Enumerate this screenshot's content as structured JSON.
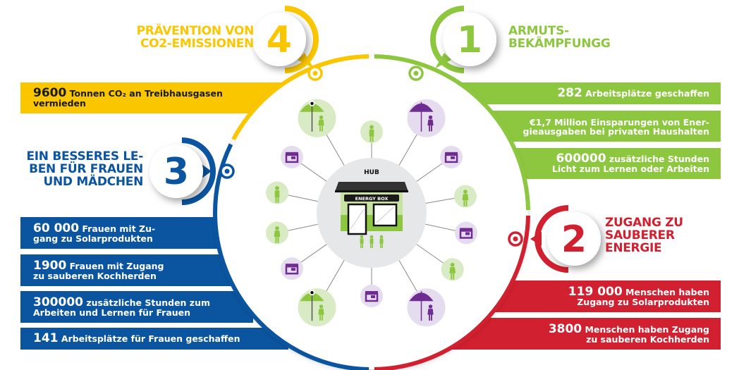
{
  "colors": {
    "yellow": "#f9c600",
    "green": "#8dc63f",
    "blue": "#0b55a0",
    "red": "#d1202f",
    "purple": "#6f2c91",
    "light_green": "#d9ebc4",
    "light_purple": "#e6dcef",
    "hub_gray": "#e6e7e8"
  },
  "goals": [
    {
      "id": 4,
      "number": "4",
      "color": "yellow",
      "heading_lines": [
        "PRÄVENTION VON",
        "CO2-EMISSIONEN"
      ],
      "stats": [
        {
          "value": "9600",
          "lines": [
            " Tonnen CO₂ an Treibhausgasen",
            "vermieden"
          ]
        }
      ]
    },
    {
      "id": 1,
      "number": "1",
      "color": "green",
      "heading_lines": [
        "ARMUTS-",
        "BEKÄMPFUNGG"
      ],
      "stats": [
        {
          "value": "282",
          "lines": [
            " Arbeitsplätze geschaffen"
          ]
        },
        {
          "value": "€1,7 Million",
          "lines": [
            " Einsparungen von Ener-",
            "gieausgaben bei privaten Haushalten"
          ]
        },
        {
          "value": "600000",
          "lines": [
            " zusätzliche Stunden",
            "Licht zum Lernen oder Arbeiten"
          ]
        }
      ]
    },
    {
      "id": 3,
      "number": "3",
      "color": "blue",
      "heading_lines": [
        "EIN BESSERES LE-",
        "BEN FÜR FRAUEN",
        "UND MÄDCHEN"
      ],
      "stats": [
        {
          "value": "60 000",
          "lines": [
            " Frauen mit Zu-",
            "gang zu Solarprodukten"
          ]
        },
        {
          "value": "1900",
          "lines": [
            " Frauen mit Zugang",
            "zu sauberen Kochherden"
          ]
        },
        {
          "value": "300000",
          "lines": [
            " zusätzliche Stunden zum",
            "Arbeiten und Lernen für Frauen"
          ]
        },
        {
          "value": "141",
          "lines": [
            " Arbeitsplätze für Frauen geschaffen"
          ]
        }
      ]
    },
    {
      "id": 2,
      "number": "2",
      "color": "red",
      "heading_lines": [
        "ZUGANG ZU",
        "SAUBERER",
        "ENERGIE"
      ],
      "stats": [
        {
          "value": "119 000",
          "lines": [
            " Menschen haben",
            "Zugang zu Solarprodukten"
          ]
        },
        {
          "value": "3800",
          "lines": [
            " Menschen haben Zugang",
            "zu sauberen Kochherden"
          ]
        }
      ]
    }
  ],
  "hub": {
    "label": "HUB",
    "sign": "ENERGY BOX"
  },
  "nodes": [
    {
      "icon": "umbrella-woman-icon",
      "theme": "green",
      "angle": -120,
      "dist": 155,
      "r": 27
    },
    {
      "icon": "man-icon",
      "theme": "green",
      "angle": -90,
      "dist": 115,
      "r": 16
    },
    {
      "icon": "umbrella-woman-icon",
      "theme": "purple",
      "angle": -60,
      "dist": 155,
      "r": 27
    },
    {
      "icon": "shop-icon",
      "theme": "purple",
      "angle": -35,
      "dist": 138,
      "r": 16
    },
    {
      "icon": "woman-icon",
      "theme": "green",
      "angle": -10,
      "dist": 135,
      "r": 16
    },
    {
      "icon": "shop-icon",
      "theme": "purple",
      "angle": 12,
      "dist": 137,
      "r": 16
    },
    {
      "icon": "woman-icon",
      "theme": "green",
      "angle": 35,
      "dist": 140,
      "r": 16
    },
    {
      "icon": "umbrella-woman-icon",
      "theme": "purple",
      "angle": 60,
      "dist": 155,
      "r": 27
    },
    {
      "icon": "shop-icon",
      "theme": "purple",
      "angle": 90,
      "dist": 118,
      "r": 16
    },
    {
      "icon": "umbrella-woman-icon",
      "theme": "green",
      "angle": 120,
      "dist": 155,
      "r": 27
    },
    {
      "icon": "shop-icon",
      "theme": "purple",
      "angle": 145,
      "dist": 138,
      "r": 16
    },
    {
      "icon": "woman-icon",
      "theme": "green",
      "angle": 168,
      "dist": 137,
      "r": 16
    },
    {
      "icon": "man-icon",
      "theme": "green",
      "angle": -168,
      "dist": 137,
      "r": 16
    },
    {
      "icon": "shop-icon",
      "theme": "purple",
      "angle": -145,
      "dist": 138,
      "r": 16
    }
  ]
}
